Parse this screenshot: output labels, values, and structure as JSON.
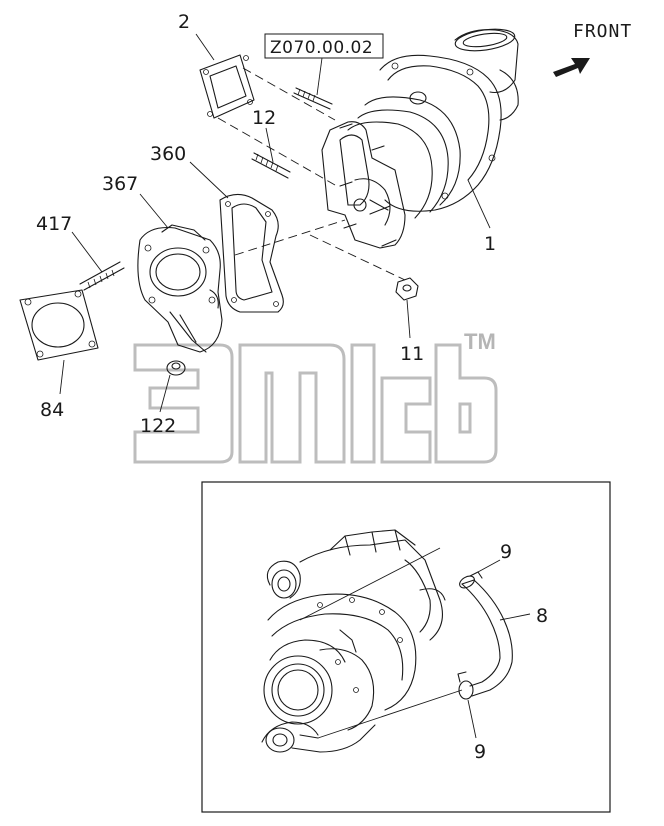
{
  "direction_label": "FRONT",
  "reference_code": "Z070.00.02",
  "watermark": {
    "trademark": "TM"
  },
  "callouts": {
    "c2": "2",
    "c12": "12",
    "c360": "360",
    "c367": "367",
    "c417": "417",
    "c84": "84",
    "c122": "122",
    "c11": "11",
    "c1": "1",
    "c9a": "9",
    "c8": "8",
    "c9b": "9"
  },
  "icons": {
    "front_arrow": "arrow-right-down-icon"
  }
}
